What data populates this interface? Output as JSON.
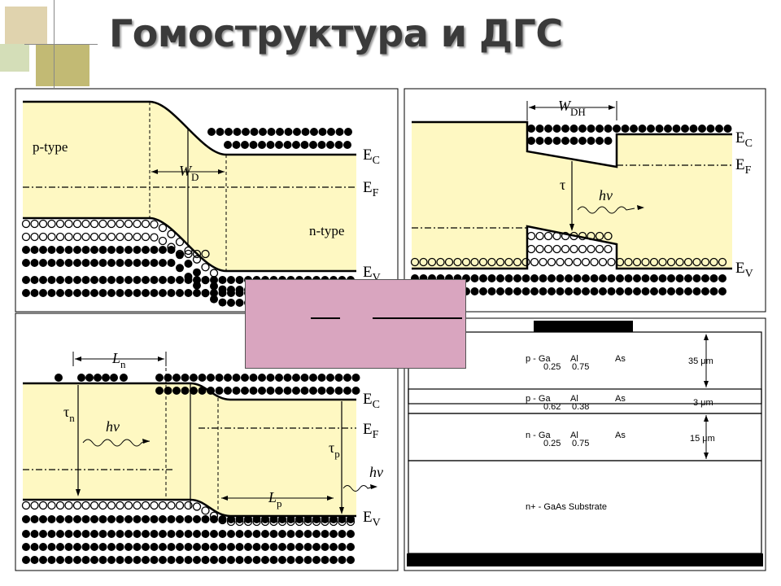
{
  "slide": {
    "title": "Гомоструктура и ДГС"
  },
  "colors": {
    "band_fill": "#fef8c2",
    "line": "#000000",
    "pink_overlay": "#d9a5bf"
  },
  "homojunction": {
    "p_region": "p-type",
    "n_region": "n-type",
    "depletion_width": "W",
    "depletion_width_sub": "D",
    "conduction": "E",
    "conduction_sub": "C",
    "fermi": "E",
    "fermi_sub": "F",
    "valence": "E",
    "valence_sub": "V"
  },
  "double_heterostructure": {
    "active_width": "W",
    "active_width_sub": "DH",
    "lifetime": "τ",
    "photon": "hν",
    "conduction": "E",
    "conduction_sub": "C",
    "fermi": "E",
    "fermi_sub": "F",
    "valence": "E",
    "valence_sub": "V"
  },
  "homojunction_forward": {
    "electron_length": "L",
    "electron_length_sub": "n",
    "hole_length": "L",
    "hole_length_sub": "p",
    "electron_lifetime": "τ",
    "electron_lifetime_sub": "n",
    "hole_lifetime": "τ",
    "hole_lifetime_sub": "p",
    "photon_left": "hν",
    "photon_right": "hν",
    "conduction": "E",
    "conduction_sub": "C",
    "fermi": "E",
    "fermi_sub": "F",
    "valence": "E",
    "valence_sub": "V"
  },
  "layer_stack": {
    "layers": [
      {
        "prefix": "p - Ga",
        "sub1": "0.25",
        "mid": "Al",
        "sub2": "0.75",
        "suffix": "As",
        "thickness": "35 μm"
      },
      {
        "prefix": "p - Ga",
        "sub1": "0.62",
        "mid": "Al",
        "sub2": "0.38",
        "suffix": "As",
        "thickness": "3 μm"
      },
      {
        "prefix": "n - Ga",
        "sub1": "0.25",
        "mid": "Al",
        "sub2": "0.75",
        "suffix": "As",
        "thickness": "15 μm"
      }
    ],
    "substrate": "n+ - GaAs Substrate"
  }
}
